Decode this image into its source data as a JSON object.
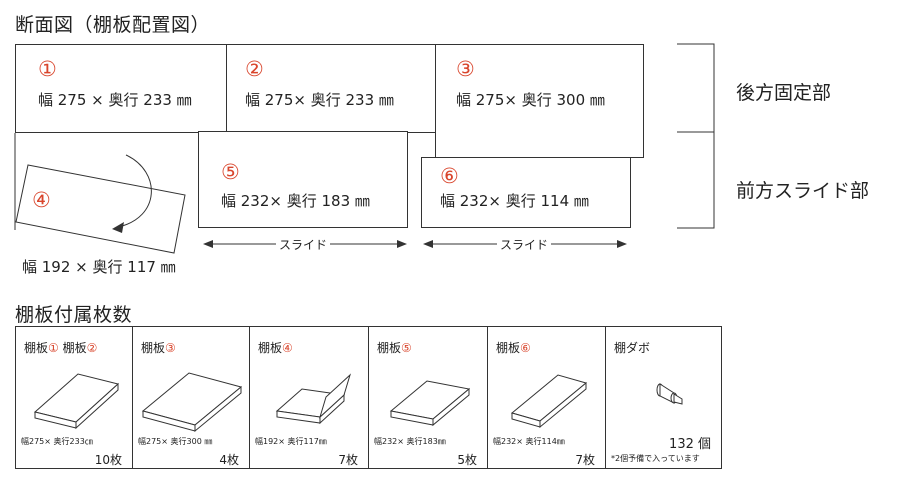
{
  "section_title": "断面図（棚板配置図）",
  "shelves": [
    {
      "num": "①",
      "dim": "幅 275 × 奥行 233 ㎜"
    },
    {
      "num": "②",
      "dim": "幅 275× 奥行 233 ㎜"
    },
    {
      "num": "③",
      "dim": "幅 275× 奥行 300 ㎜"
    },
    {
      "num": "④",
      "dim": "幅 192 × 奥行 117 ㎜"
    },
    {
      "num": "⑤",
      "dim": "幅 232× 奥行 183 ㎜"
    },
    {
      "num": "⑥",
      "dim": "幅 232× 奥行 114 ㎜"
    }
  ],
  "labels": {
    "rear_fixed": "後方固定部",
    "front_slide": "前方スライド部",
    "slide": "スライド"
  },
  "parts_title": "棚板付属枚数",
  "parts": [
    {
      "label_a": "棚板",
      "num_a": "①",
      "label_b": " 棚板",
      "num_b": "②",
      "dim": "幅275× 奥行233㎝",
      "count": "10枚"
    },
    {
      "label_a": "棚板",
      "num_a": "③",
      "label_b": "",
      "num_b": "",
      "dim": "幅275× 奥行300 ㎜",
      "count": "4枚"
    },
    {
      "label_a": "棚板",
      "num_a": "④",
      "label_b": "",
      "num_b": "",
      "dim": "幅192× 奥行117㎜",
      "count": "7枚"
    },
    {
      "label_a": "棚板",
      "num_a": "⑤",
      "label_b": "",
      "num_b": "",
      "dim": "幅232× 奥行183㎜",
      "count": "5枚"
    },
    {
      "label_a": "棚板",
      "num_a": "⑥",
      "label_b": "",
      "num_b": "",
      "dim": "幅232× 奥行114㎜",
      "count": "7枚"
    },
    {
      "label_a": "棚ダボ",
      "num_a": "",
      "label_b": "",
      "num_b": "",
      "dim": "",
      "count": "132 個",
      "note": "*2個予備で入っています"
    }
  ],
  "colors": {
    "accent": "#d9452c",
    "line": "#333333"
  }
}
